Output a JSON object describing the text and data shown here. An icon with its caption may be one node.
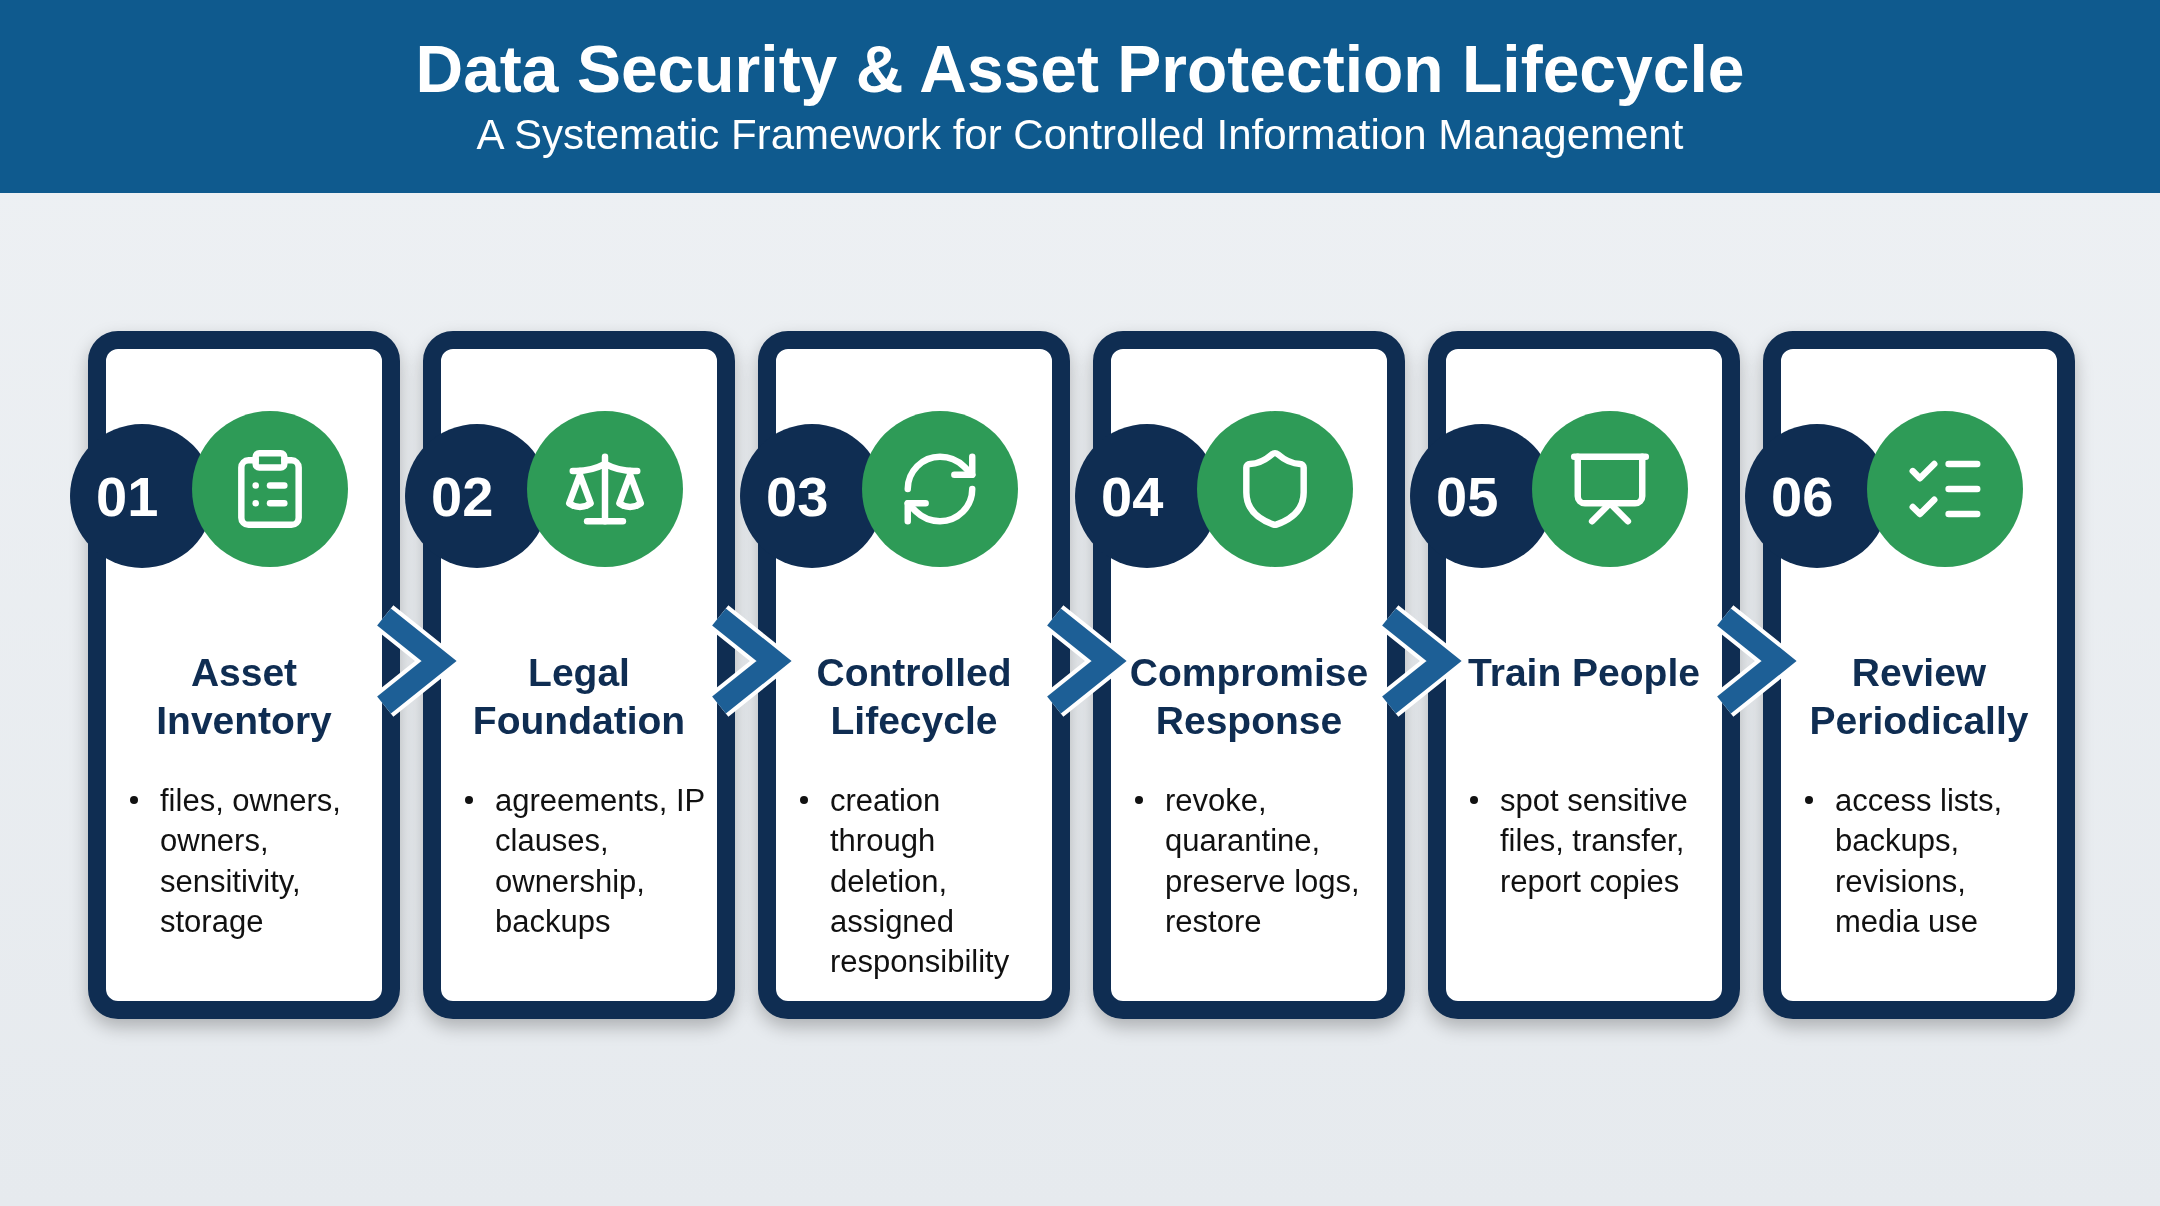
{
  "diagram": {
    "title": "Data Security & Asset Protection Lifecycle",
    "caption": "A Systematic Framework for Controlled Information Management",
    "nodes": [
      {
        "text": [
          "01",
          "Asset Inventory",
          "files, owners, owners, sensitivity, storage"
        ]
      },
      {
        "text": [
          "02",
          "Legal Foundation",
          "agreements, IP clauses, ownership, backups"
        ]
      },
      {
        "text": [
          "03",
          "Controlled Lifecycle",
          "creation through deletion, assigned responsibility"
        ]
      },
      {
        "text": [
          "04",
          "Compromise Response",
          "revoke, quarantine, preserve logs, restore"
        ]
      },
      {
        "text": [
          "05",
          "Train People",
          "spot sensitive files, transfer, report copies"
        ]
      },
      {
        "text": [
          "06",
          "Review Periodically",
          "access lists, backups, revisions, media use"
        ]
      }
    ],
    "edges": [
      {
        "from": 0,
        "to": 1,
        "arrow": "to"
      },
      {
        "from": 1,
        "to": 2,
        "arrow": "to"
      },
      {
        "from": 2,
        "to": 3,
        "arrow": "to"
      },
      {
        "from": 3,
        "to": 4,
        "arrow": "to"
      },
      {
        "from": 4,
        "to": 5,
        "arrow": "to"
      }
    ]
  }
}
